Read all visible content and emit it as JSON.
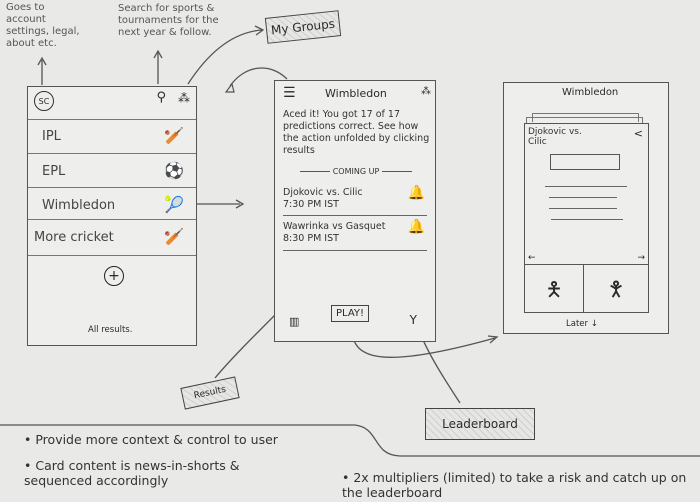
{
  "annotations": {
    "account_note": "Goes to account settings, legal, about etc.",
    "search_note": "Search for sports & tournaments for the next year & follow."
  },
  "screen1": {
    "avatar": "SC",
    "items": [
      {
        "label": "IPL",
        "icon": "cricket-icon"
      },
      {
        "label": "EPL",
        "icon": "football-icon"
      },
      {
        "label": "Wimbledon",
        "icon": "tennis-icon"
      },
      {
        "label": "More cricket",
        "icon": "cricket-icon"
      }
    ],
    "add_label": "+",
    "footer": "All results."
  },
  "screen2": {
    "title": "Wimbledon",
    "message": "Aced it! You got 17 of 17 predictions correct. See how the action unfolded by clicking results",
    "section": "COMING UP",
    "matches": [
      {
        "name": "Djokovic vs. Cilic",
        "time": "7:30 PM IST"
      },
      {
        "name": "Wawrinka vs Gasquet",
        "time": "8:30 PM IST"
      }
    ],
    "play_label": "PLAY!"
  },
  "screen3": {
    "title": "Wimbledon",
    "card_title": "Djokovic vs. Cilic",
    "later_label": "Later ↓"
  },
  "boxes": {
    "my_groups": "My Groups",
    "results": "Results",
    "leaderboard": "Leaderboard"
  },
  "notes": [
    "Provide more context & control to user",
    "Card content is news-in-shorts & sequenced accordingly",
    "2x multipliers (limited) to take a risk and catch up on the leaderboard"
  ]
}
